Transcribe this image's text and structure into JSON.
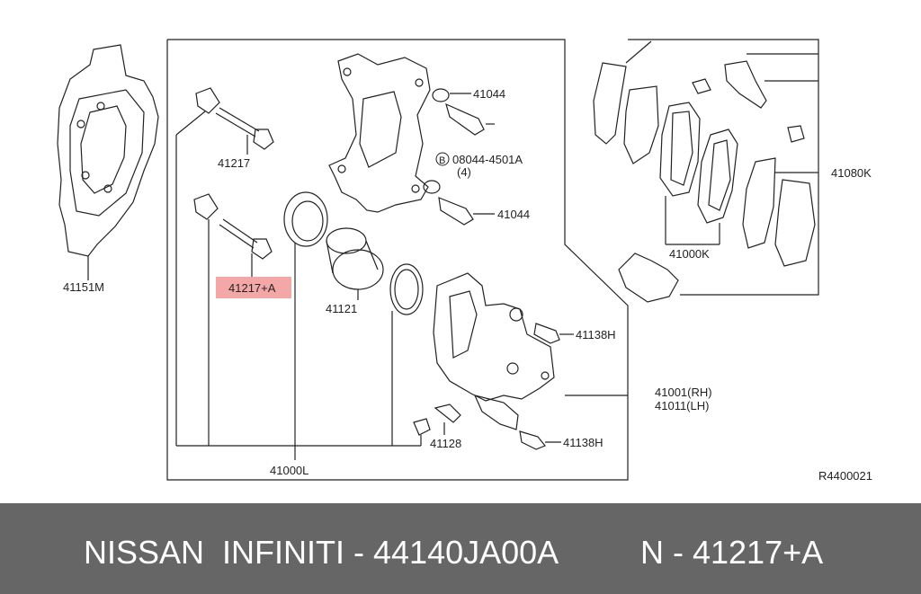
{
  "diagram": {
    "labels": {
      "p41151m": "41151M",
      "p41217": "41217",
      "p41217a": "41217+A",
      "p41044_top": "41044",
      "bolt_code": "08044-4501A",
      "bolt_qty": "(4)",
      "bolt_marker": "B",
      "p41044_mid": "41044",
      "p41121": "41121",
      "p41138h_top": "41138H",
      "p41001": "41001(RH)",
      "p41011": "41011(LH)",
      "p41128": "41128",
      "p41138h_bot": "41138H",
      "p41000l": "41000L",
      "p41080k": "41080K",
      "p41000k": "41000K",
      "ref_code": "R4400021"
    },
    "highlight_color": "#f4a7a7"
  },
  "footer": {
    "left_text": "NISSAN  INFINITI - 44140JA00A",
    "right_text": "N - 41217+A",
    "background": "#666666"
  }
}
